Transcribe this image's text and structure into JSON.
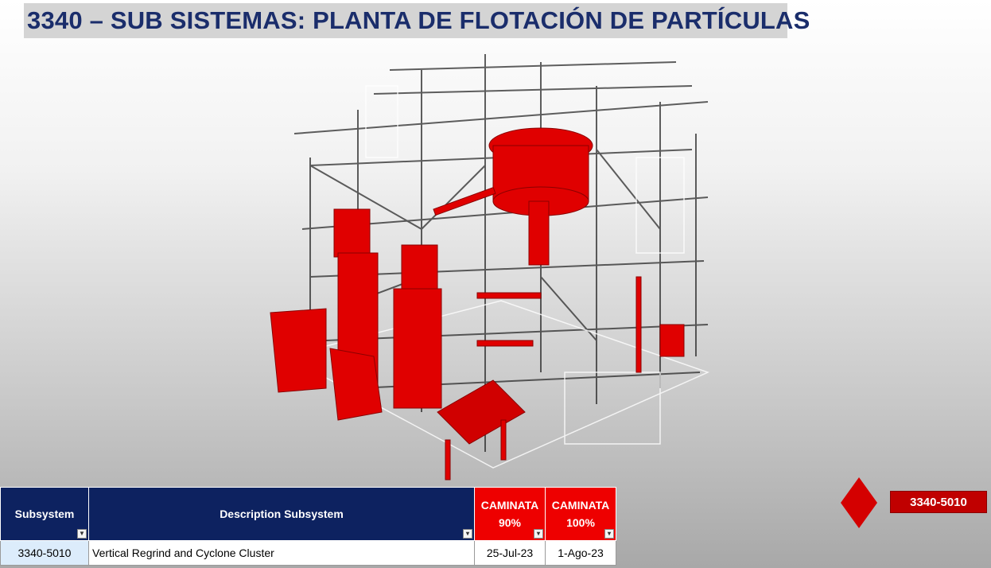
{
  "title": "3340 – SUB SISTEMAS: PLANTA DE FLOTACIÓN DE PARTÍCULAS",
  "model_image": {
    "description": "3D plant model render",
    "highlight_color": "#e00000",
    "structure_color": "#333333"
  },
  "table": {
    "headers": {
      "subsystem": "Subsystem",
      "description": "Description Subsystem",
      "caminata90_line1": "CAMINATA",
      "caminata90_line2": "90%",
      "caminata100_line1": "CAMINATA",
      "caminata100_line2": "100%"
    },
    "rows": [
      {
        "subsystem": "3340-5010",
        "description": "Vertical Regrind and Cyclone Cluster",
        "caminata90": "25-Jul-23",
        "caminata100": "1-Ago-23"
      }
    ]
  },
  "badge": {
    "label": "3340-5010"
  },
  "colors": {
    "header_navy": "#0d2260",
    "header_red": "#ee0000",
    "badge_red": "#c00000",
    "title_color": "#1a2d6b"
  }
}
